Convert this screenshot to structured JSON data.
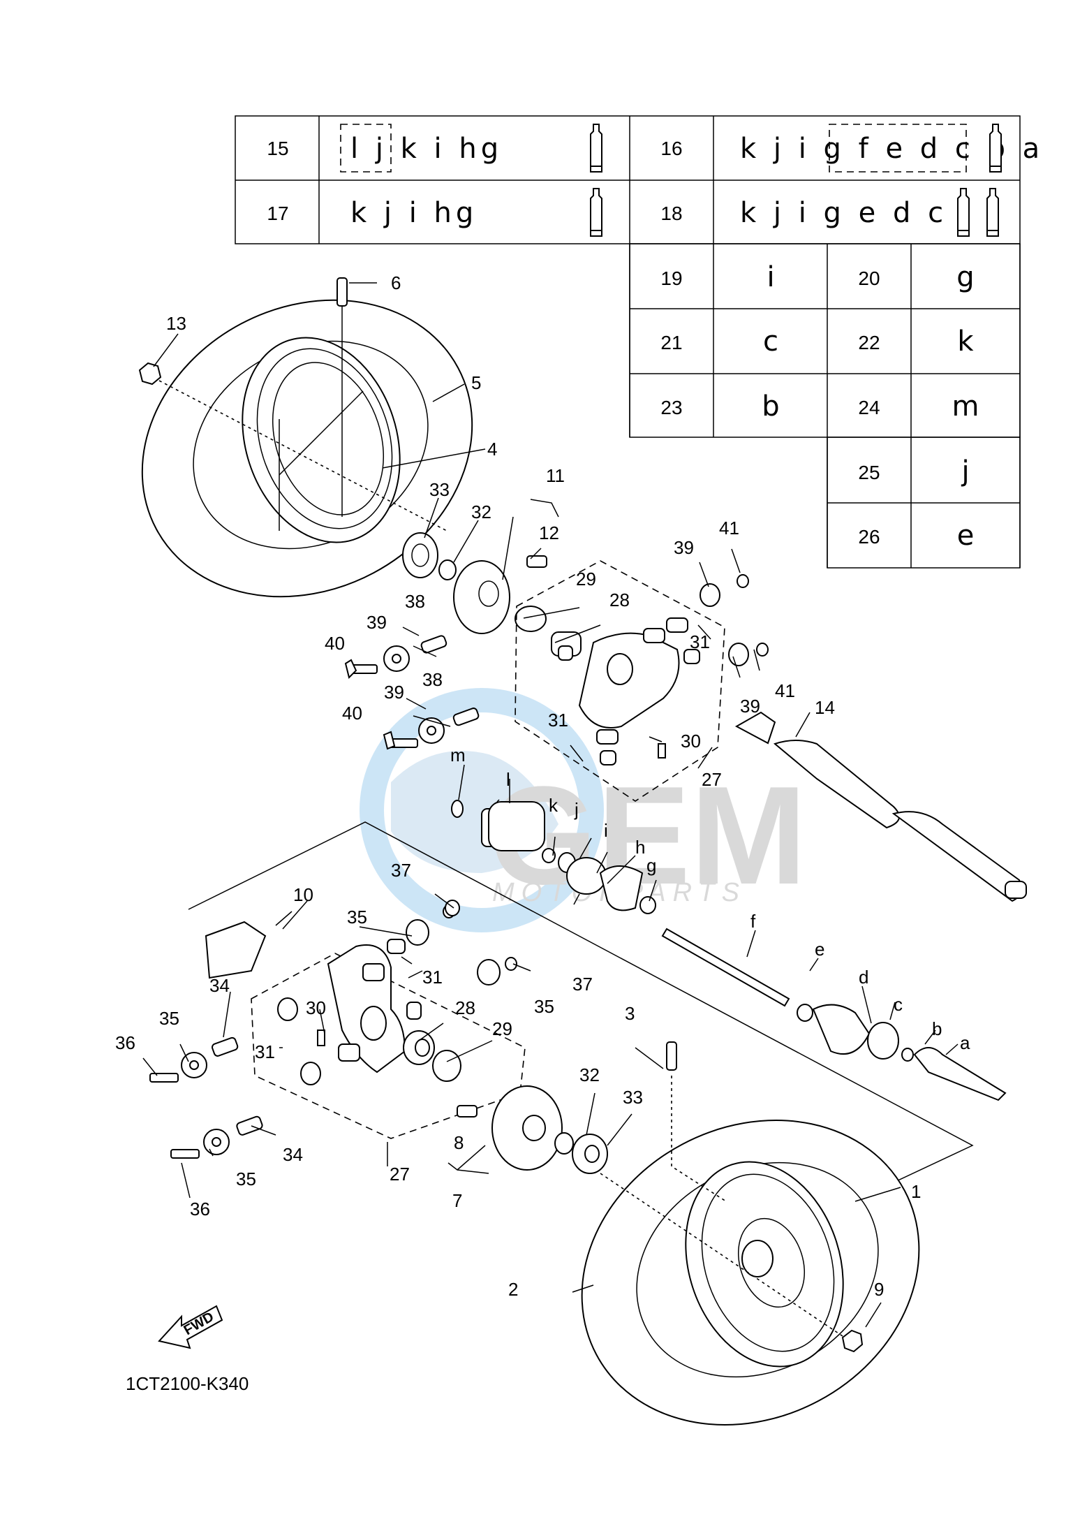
{
  "diagram_code": "1CT2100-K340",
  "fwd_label": "FWD",
  "watermark": {
    "line1": "GEM",
    "line2": "MOTORPARTS"
  },
  "kit_table": {
    "row1": {
      "left_num": "15",
      "left_letters": "l j k i hg",
      "right_num": "16",
      "right_letters": "k j i g f e d c b a"
    },
    "row2": {
      "left_num": "17",
      "left_letters": "k j i hg",
      "right_num": "18",
      "right_letters": "k j i g e d c"
    },
    "row3": {
      "left_num": "19",
      "left_letter": "i",
      "right_num": "20",
      "right_letter": "g"
    },
    "row4": {
      "left_num": "21",
      "left_letter": "c",
      "right_num": "22",
      "right_letter": "k"
    },
    "row5": {
      "left_num": "23",
      "left_letter": "b",
      "right_num": "24",
      "right_letter": "m"
    },
    "row6": {
      "right_num": "25",
      "right_letter": "j"
    },
    "row7": {
      "right_num": "26",
      "right_letter": "e"
    }
  },
  "callouts": {
    "c1": "1",
    "c2": "2",
    "c3": "3",
    "c4": "4",
    "c5": "5",
    "c6": "6",
    "c7": "7",
    "c8": "8",
    "c9": "9",
    "c10": "10",
    "c11": "11",
    "c12": "12",
    "c13": "13",
    "c14": "14",
    "c27a": "27",
    "c27b": "27",
    "c28a": "28",
    "c28b": "28",
    "c29a": "29",
    "c29b": "29",
    "c30a": "30",
    "c30b": "30",
    "c31a": "31",
    "c31b": "31",
    "c31c": "31",
    "c31d": "31",
    "c32a": "32",
    "c32b": "32",
    "c33a": "33",
    "c33b": "33",
    "c34a": "34",
    "c34b": "34",
    "c35a": "35",
    "c35b": "35",
    "c35c": "35",
    "c35d": "35",
    "c36a": "36",
    "c36b": "36",
    "c37a": "37",
    "c37b": "37",
    "c38a": "38",
    "c38b": "38",
    "c39a": "39",
    "c39b": "39",
    "c39c": "39",
    "c39d": "39",
    "c40a": "40",
    "c40b": "40",
    "c41a": "41",
    "c41b": "41",
    "la": "a",
    "lb": "b",
    "lc": "c",
    "ld": "d",
    "le": "e",
    "lf": "f",
    "lg": "g",
    "lh": "h",
    "li": "i",
    "lj": "j",
    "lk": "k",
    "ll": "l",
    "lm": "m"
  },
  "icons": {
    "grease_tube": "grease-tube-icon",
    "fwd_arrow": "fwd-arrow-icon"
  }
}
